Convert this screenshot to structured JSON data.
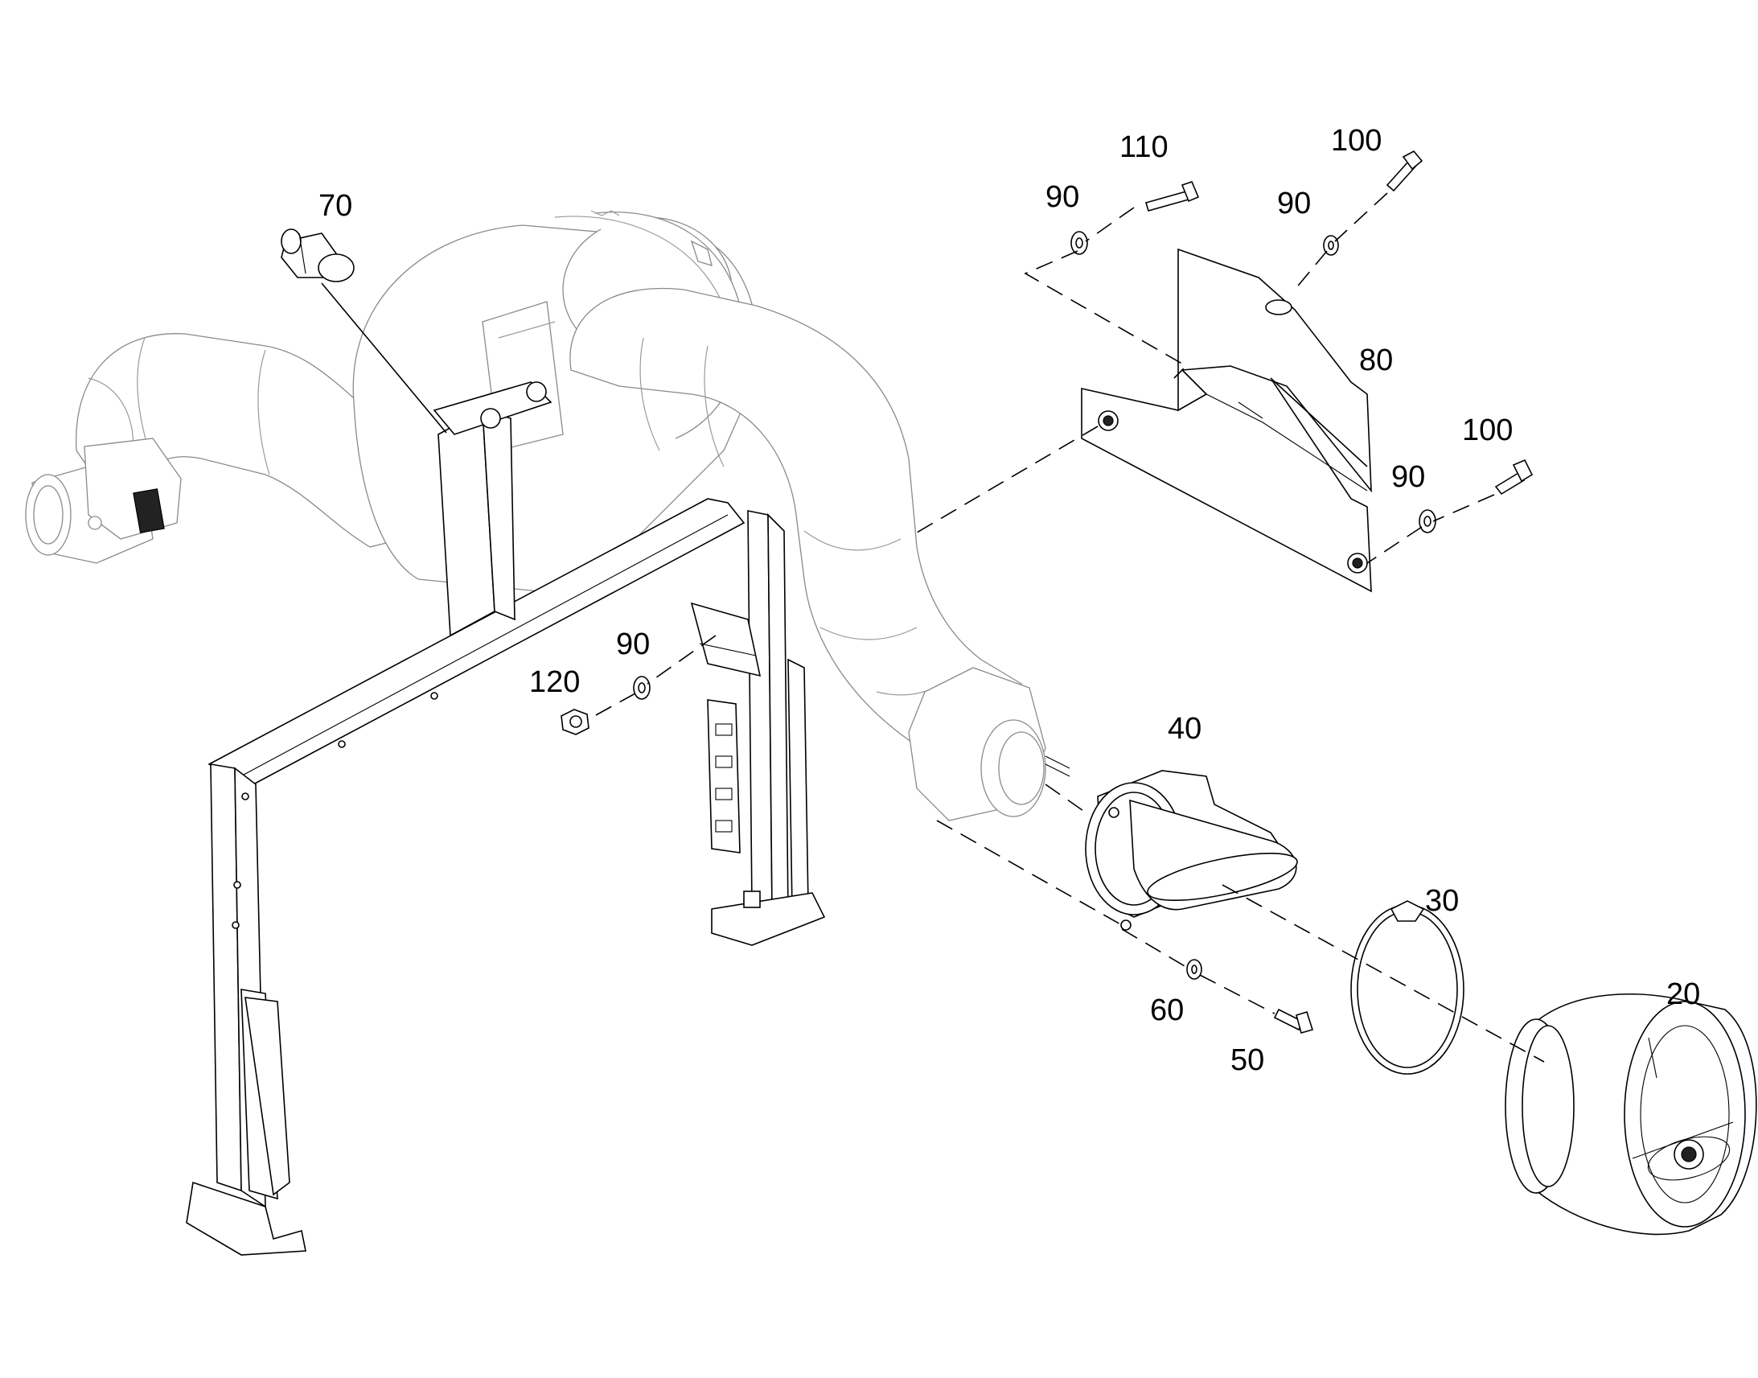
{
  "callouts": {
    "c20": "20",
    "c30": "30",
    "c40": "40",
    "c50": "50",
    "c60": "60",
    "c70": "70",
    "c80": "80",
    "c90a": "90",
    "c90b": "90",
    "c90c": "90",
    "c90d": "90",
    "c100a": "100",
    "c100b": "100",
    "c110": "110",
    "c120": "120"
  }
}
